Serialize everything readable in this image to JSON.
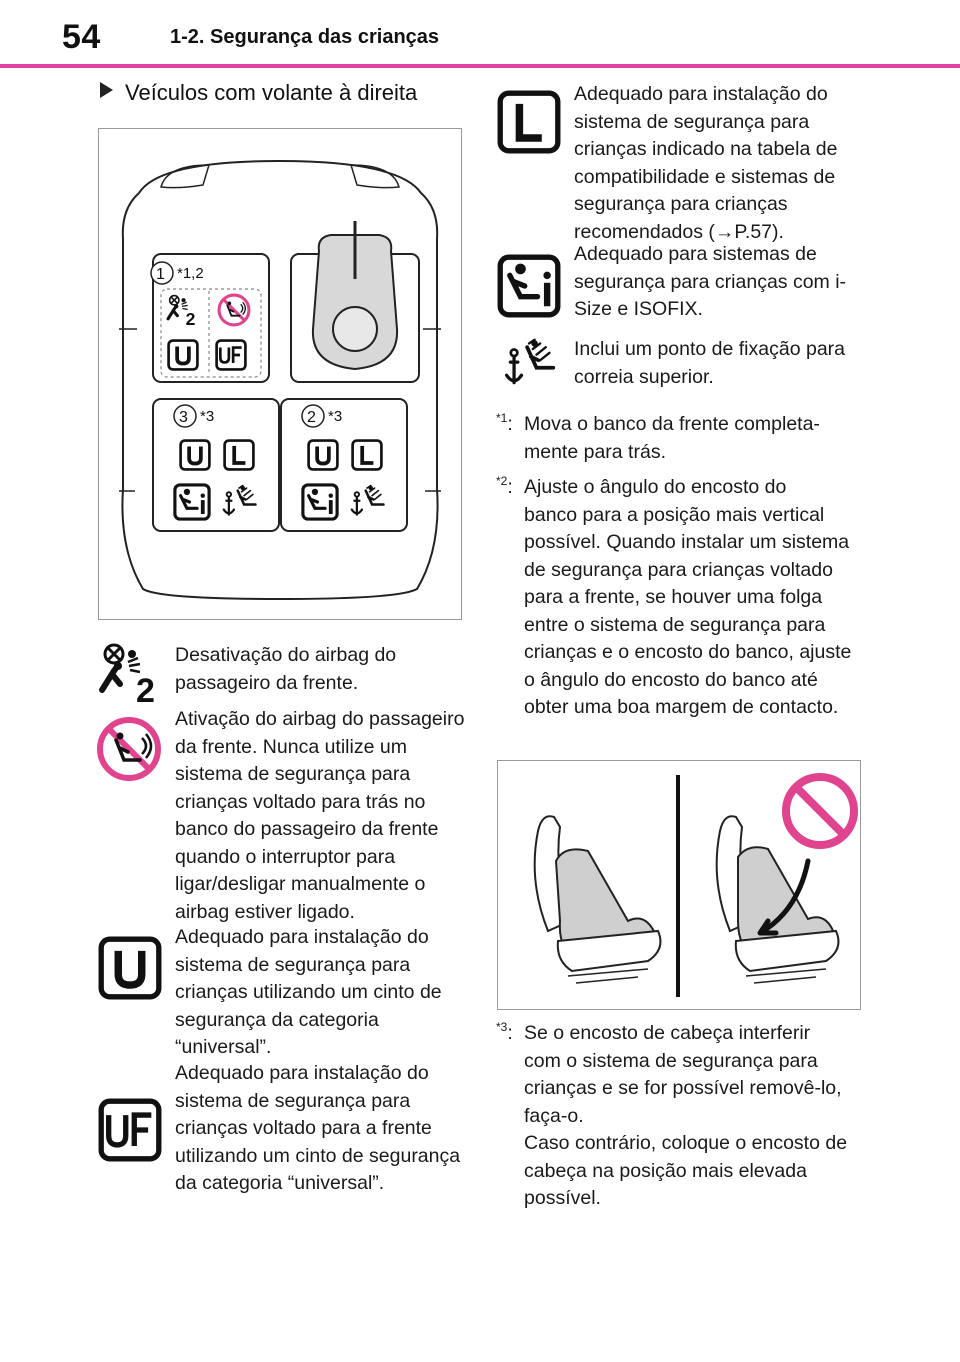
{
  "header": {
    "page_number": "54",
    "section_title": "1-2. Segurança das crianças"
  },
  "subheading": "Veículos com volante à direita",
  "diagram": {
    "positions": [
      {
        "number": "1",
        "note": "*1,2"
      },
      {
        "number": "3",
        "note": "*3"
      },
      {
        "number": "2",
        "note": "*3"
      }
    ],
    "badges": {
      "u": "U",
      "uf": "UF",
      "l": "L",
      "two": "2"
    }
  },
  "legend": {
    "airbag_off": "Desativação do airbag do passageiro da frente.",
    "airbag_on": "Ativação do airbag do passageiro da frente. Nunca utilize um sistema de segurança para crianças voltado para trás no banco do passageiro da frente quando o interruptor para ligar/desligar manualmente o airbag estiver ligado.",
    "u": "Adequado para instalação do sistema de segurança para crianças utilizando um cinto de segurança da categoria “universal”.",
    "uf": "Adequado para instalação do sistema de segurança para crianças voltado para a frente utilizando um cinto de segurança da categoria “universal”.",
    "l": "Adequado para instalação do sistema de segurança para crianças indicado na tabela de compatibilidade e sistemas de segurança para crianças recomendados (→P.57).",
    "isize": "Adequado para sistemas de segurança para crianças com i-Size e ISOFIX.",
    "top_tether": "Inclui um ponto de fixação para correia superior."
  },
  "notes": {
    "n1_mark": "*1",
    "n1_line1": "Mova o banco da frente completa-",
    "n1_line2": "mente para trás.",
    "n2_mark": "*2",
    "n2_line1": "Ajuste o ângulo do encosto do",
    "n2_rest": "banco para a posição mais vertical possível. Quando instalar um sistema de segurança para crianças voltado para a frente, se houver uma folga entre o sistema de segurança para crianças e o encosto do banco, ajuste o ângulo do encosto do banco até obter uma boa margem de contacto.",
    "n3_mark": "*3",
    "n3_line1": "Se o encosto de cabeça interferir",
    "n3_rest": "com o sistema de segurança para crianças e se for possível removê-lo, faça-o.",
    "n3_rest2": "Caso contrário, coloque o encosto de cabeça na posição mais elevada possível."
  },
  "colors": {
    "accent": "#e040a8",
    "prohibit": "#e0448f"
  }
}
